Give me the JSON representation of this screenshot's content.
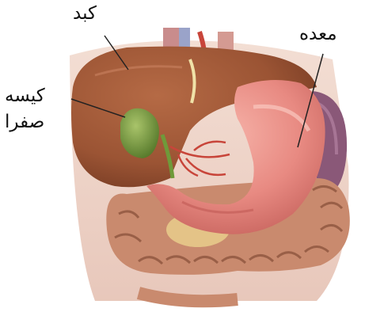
{
  "labels": {
    "liver": "کبد",
    "stomach": "معده",
    "gallbladder_line1": "کیسه",
    "gallbladder_line2": "صفرا"
  },
  "icons": {
    "figure": "digestive-organs-illustration"
  },
  "colors": {
    "liver": "#9b5434",
    "liver_shadow": "#6f3620",
    "stomach": "#e88a82",
    "stomach_shadow": "#c4605a",
    "gallbladder": "#6f9a3a",
    "intestine": "#c98a6e",
    "intestine_shadow": "#8e553e",
    "vessel": "#c8453a",
    "spleen": "#8a5878",
    "leader_line": "#222222"
  }
}
